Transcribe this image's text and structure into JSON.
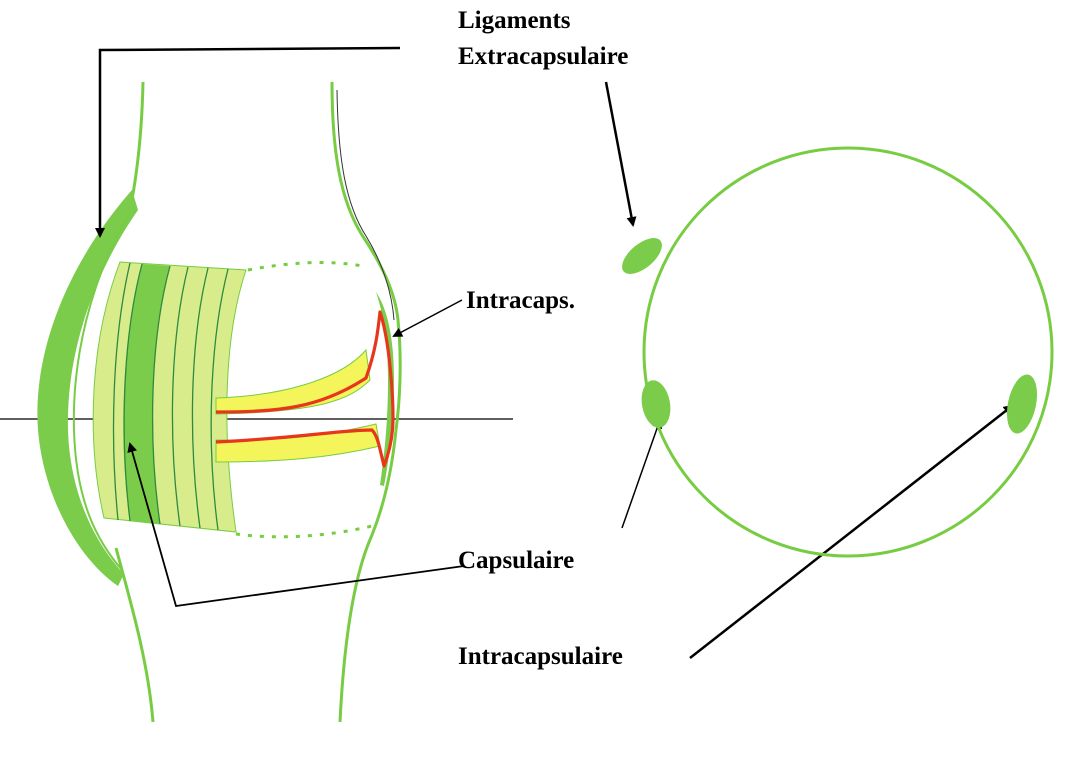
{
  "labels": {
    "ligaments_line1": "Ligaments",
    "ligaments_line2": "Extracapsulaire",
    "intracaps_short": "Intracaps.",
    "capsulaire": "Capsulaire",
    "intracapsulaire": "Intracapsulaire"
  },
  "colors": {
    "outline_green": "#77cc44",
    "ligament_fill": "#7ccc4c",
    "capsule_light": "#d8ec8c",
    "capsule_dark": "#7ccc4c",
    "capsule_stripe": "#2e8a3e",
    "meniscus_yellow": "#f4f55a",
    "meniscus_outline": "#e8361c",
    "line_black": "#000000"
  }
}
